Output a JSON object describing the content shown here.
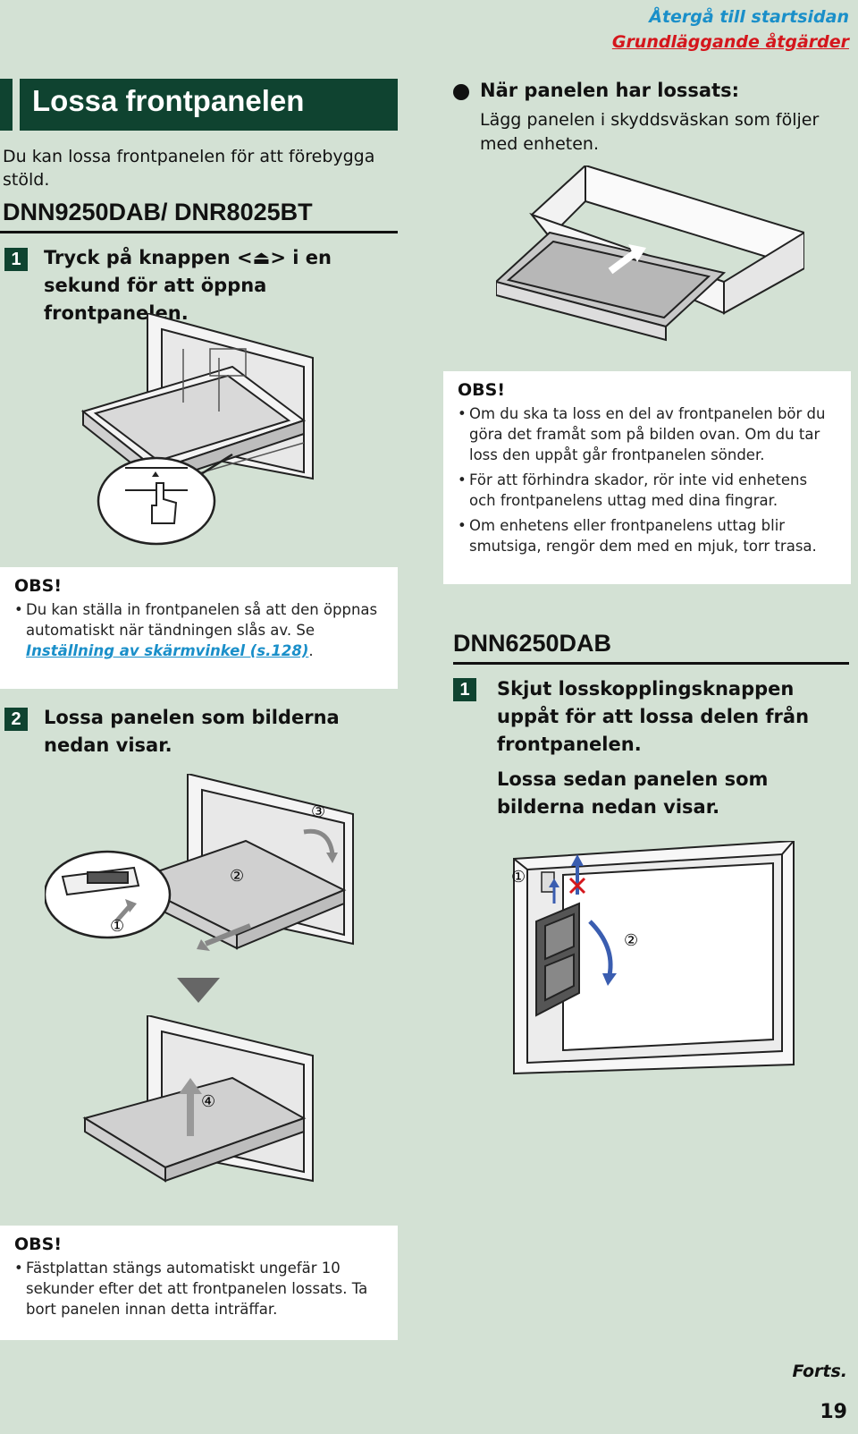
{
  "nav": {
    "home_link": "Återgå till startsidan",
    "section_link": "Grundläggande åtgärder"
  },
  "heading": {
    "title": "Lossa frontpanelen",
    "intro": "Du kan lossa frontpanelen för att förebygga stöld."
  },
  "section_a": {
    "model": "DNN9250DAB/ DNR8025BT",
    "step1_num": "1",
    "step1_text": "Tryck på knappen <⏏> i en sekund för att öppna frontpanelen.",
    "obs_title": "OBS!",
    "obs_text": "Du kan ställa in frontpanelen så att den öppnas automatiskt när tändningen slås av. Se ",
    "obs_link": "Inställning av skärmvinkel (s.128)",
    "obs_end": ".",
    "step2_num": "2",
    "step2_text": "Lossa panelen som bilderna nedan visar.",
    "callouts": [
      "①",
      "②",
      "③",
      "④"
    ],
    "obs2_title": "OBS!",
    "obs2_text": "Fästplattan stängs automatiskt ungefär 10 sekunder efter det att frontpanelen lossats. Ta bort panelen innan detta inträffar."
  },
  "section_right": {
    "after_title": "När panelen har lossats:",
    "after_text": "Lägg panelen i skyddsväskan som följer med enheten.",
    "obs_title": "OBS!",
    "obs_items": [
      "Om du ska ta loss en del av frontpanelen bör du göra det framåt som på bilden ovan. Om du tar loss den uppåt går frontpanelen sönder.",
      "För att förhindra skador, rör inte vid enhetens och frontpanelens uttag med dina fingrar.",
      "Om enhetens eller frontpanelens uttag blir smutsiga, rengör dem med en mjuk, torr trasa."
    ]
  },
  "section_b": {
    "model": "DNN6250DAB",
    "step1_num": "1",
    "step1_text": "Skjut losskopplingsknappen uppåt för att lossa delen från frontpanelen.",
    "step1_text2": "Lossa sedan panelen som bilderna nedan visar.",
    "callouts": [
      "①",
      "②"
    ]
  },
  "footer": {
    "forts": "Forts.",
    "page_number": "19"
  }
}
